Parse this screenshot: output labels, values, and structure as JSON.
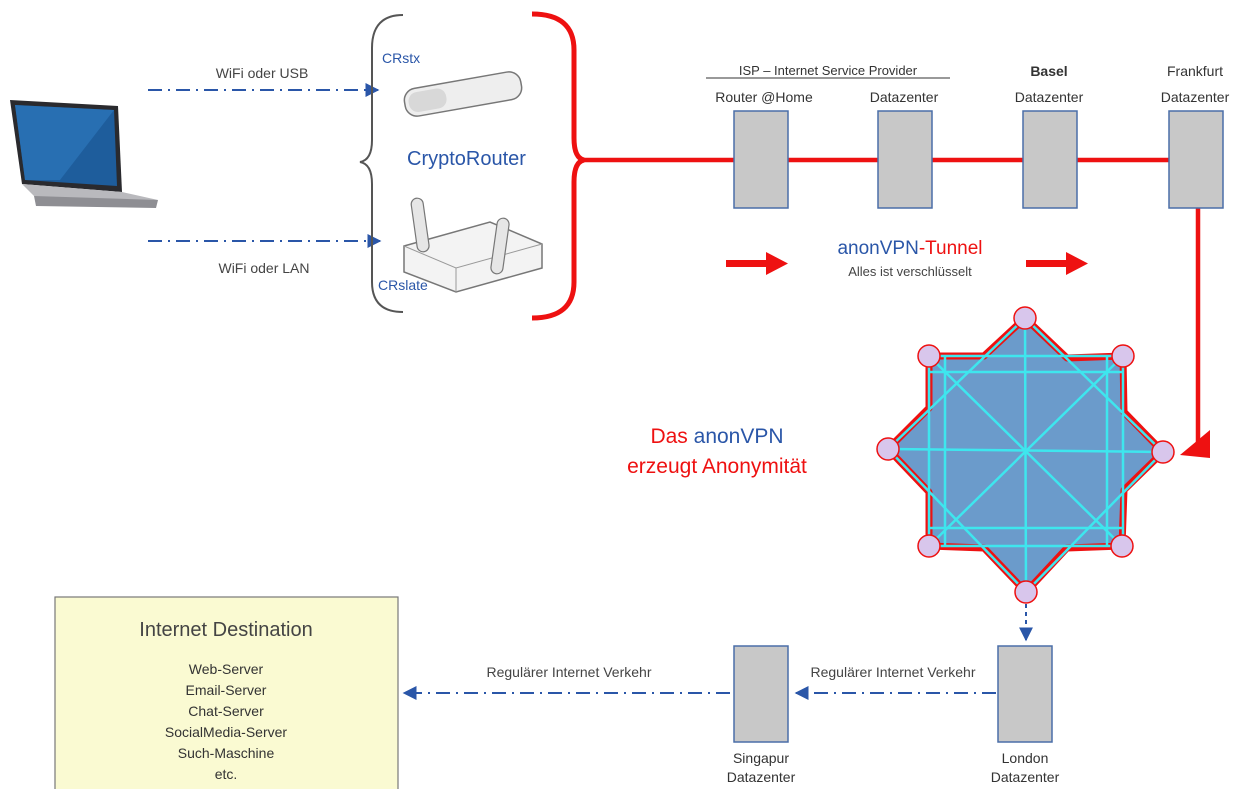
{
  "devices": {
    "crstx_label": "CRstx",
    "crslate_label": "CRslate",
    "cryptorouter_label": "CryptoRouter",
    "wifi_usb_label": "WiFi oder USB",
    "wifi_lan_label": "WiFi oder LAN"
  },
  "isp": {
    "heading": "ISP – Internet Service Provider"
  },
  "nodes": [
    {
      "line1": "Router @Home",
      "line2": ""
    },
    {
      "line1": "Datazenter",
      "line2": ""
    },
    {
      "line1": "Basel",
      "line2": "Datazenter"
    },
    {
      "line1": "Frankfurt",
      "line2": "Datazenter"
    }
  ],
  "tunnel": {
    "title_part1": "anonVPN",
    "title_part2": "-Tunnel",
    "subtitle": "Alles ist verschlüsselt"
  },
  "anonymity": {
    "line1_part1": "Das ",
    "line1_part2": "anonVPN",
    "line2": "erzeugt Anonymität"
  },
  "destination": {
    "title": "Internet Destination",
    "items": [
      "Web-Server",
      "Email-Server",
      "Chat-Server",
      "SocialMedia-Server",
      "Such-Maschine",
      "etc."
    ]
  },
  "traffic": {
    "label_left": "Regulärer Internet Verkehr",
    "label_right": "Regulärer Internet Verkehr"
  },
  "exit_nodes": [
    {
      "line1": "Singapur",
      "line2": "Datazenter"
    },
    {
      "line1": "London",
      "line2": "Datazenter"
    }
  ],
  "colors": {
    "red": "#ee1111",
    "blue": "#2a56a8",
    "server_fill": "#c8c8c8",
    "server_stroke": "#4a6ea8",
    "mesh_fill": "#6b9bcb",
    "mesh_line": "#3ee6ee",
    "node_fill": "#d8c6ec",
    "dest_fill": "#fafad2"
  }
}
